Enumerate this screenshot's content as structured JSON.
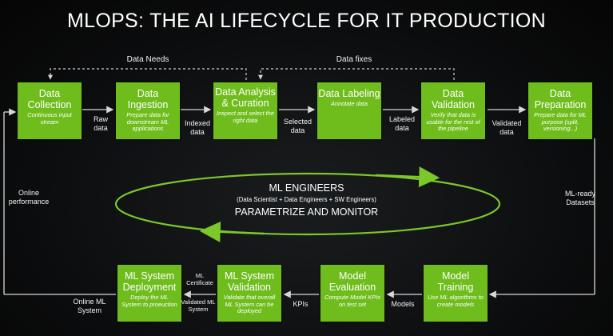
{
  "title": "MLOPS: THE AI LIFECYCLE FOR IT PRODUCTION",
  "center": {
    "title": "ML ENGINEERS",
    "subtitle": "(Data Scientist + Data Engineers + SW Engineers)",
    "footer": "PARAMETRIZE AND MONITOR"
  },
  "stages": {
    "data_collection": {
      "title": "Data Collection",
      "desc": "Continuous input stream"
    },
    "data_ingestion": {
      "title": "Data Ingestion",
      "desc": "Prepare data for downstream ML applications"
    },
    "data_analysis": {
      "title": "Data Analysis & Curation",
      "desc": "Inspect and select the right data"
    },
    "data_labeling": {
      "title": "Data Labeling",
      "desc": "Annotate data"
    },
    "data_validation": {
      "title": "Data Validation",
      "desc": "Verify that data is usable for the rest of the pipeline"
    },
    "data_preparation": {
      "title": "Data Preparation",
      "desc": "Prepare data for ML purpose (split, versioning...)"
    },
    "model_training": {
      "title": "Model Training",
      "desc": "Use ML algorithms to create models"
    },
    "model_evaluation": {
      "title": "Model Evaluation",
      "desc": "Compute Model KPIs on test set"
    },
    "ml_system_validation": {
      "title": "ML System Validation",
      "desc": "Validate that overall ML System can be deployed"
    },
    "ml_system_deployment": {
      "title": "ML System Deployment",
      "desc": "Deploy the ML System to proeuction"
    }
  },
  "flows": {
    "data_needs": "Data Needs",
    "data_fixes": "Data fixes",
    "raw_data": "Raw data",
    "indexed_data": "Indexed data",
    "selected_data": "Selected data",
    "labeled_data": "Labeled data",
    "validated_data": "Validated data",
    "ml_ready_datasets": "ML-ready Datasets",
    "models": "Models",
    "kpis": "KPIs",
    "ml_certificate": "ML Certificate",
    "validated_ml_system": "Validated ML System",
    "online_ml_system": "Online ML System",
    "online_performance": "Online performance"
  },
  "colors": {
    "box": "#6fbd1c",
    "arrow": "#d0d0d0",
    "loop": "#7cc82a",
    "background": "#0b0c0d"
  }
}
